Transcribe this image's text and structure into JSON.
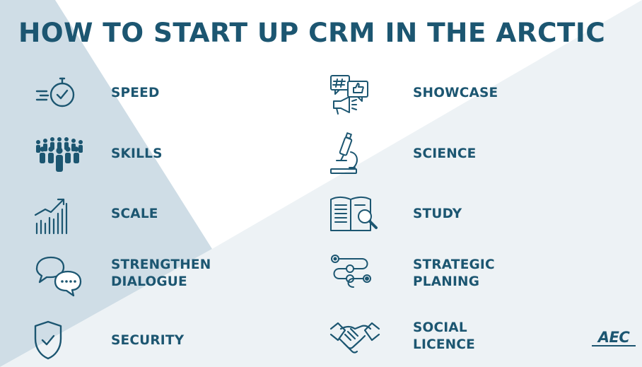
{
  "title": "HOW TO START UP CRM IN THE ARCTIC",
  "colors": {
    "primary": "#1c5671",
    "panel_left": "#cfdde6",
    "panel_right": "#edf2f5",
    "background": "#ffffff"
  },
  "left_column": [
    {
      "icon": "stopwatch-check-icon",
      "label": "SPEED"
    },
    {
      "icon": "crowd-people-icon",
      "label": "SKILLS"
    },
    {
      "icon": "growth-bar-chart-icon",
      "label": "SCALE"
    },
    {
      "icon": "chat-bubbles-icon",
      "label_lines": [
        "STRENGTHEN",
        "DIALOGUE"
      ]
    },
    {
      "icon": "shield-check-icon",
      "label": "SECURITY"
    }
  ],
  "right_column": [
    {
      "icon": "social-media-megaphone-icon",
      "label": "SHOWCASE"
    },
    {
      "icon": "microscope-icon",
      "label": "SCIENCE"
    },
    {
      "icon": "open-book-magnifier-icon",
      "label": "STUDY"
    },
    {
      "icon": "roadmap-path-icon",
      "label_lines": [
        "STRATEGIC",
        "PLANING"
      ]
    },
    {
      "icon": "handshake-icon",
      "label_lines": [
        "SOCIAL",
        "LICENCE"
      ]
    }
  ],
  "logo": {
    "mark": "AEC"
  }
}
